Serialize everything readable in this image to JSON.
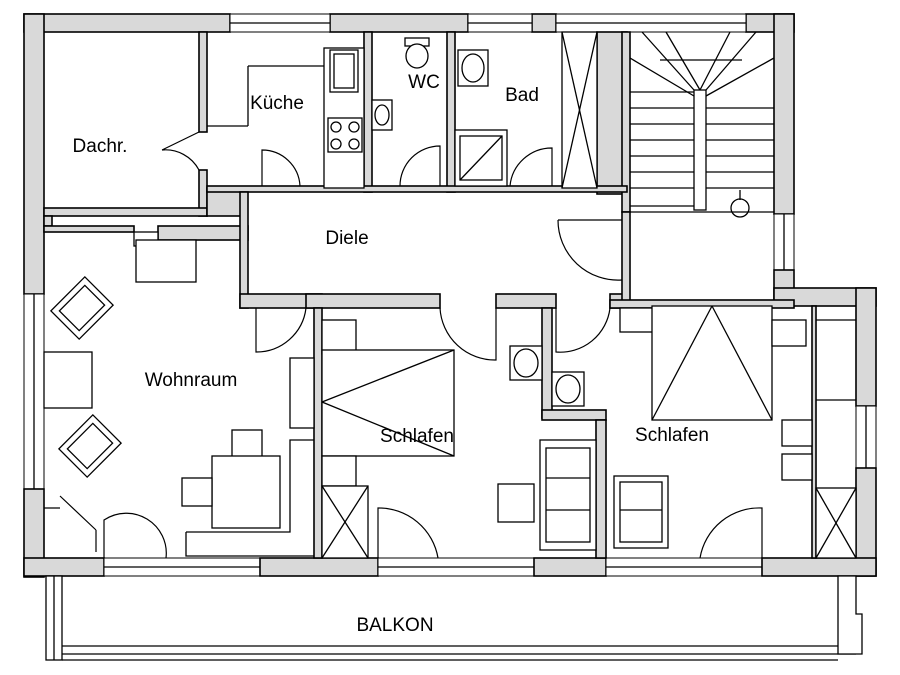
{
  "rooms": {
    "dachraum": "Dachr.",
    "kueche": "Küche",
    "wc": "WC",
    "bad": "Bad",
    "diele": "Diele",
    "wohnraum": "Wohnraum",
    "schlafen_1": "Schlafen",
    "schlafen_2": "Schlafen",
    "balkon": "BALKON"
  }
}
